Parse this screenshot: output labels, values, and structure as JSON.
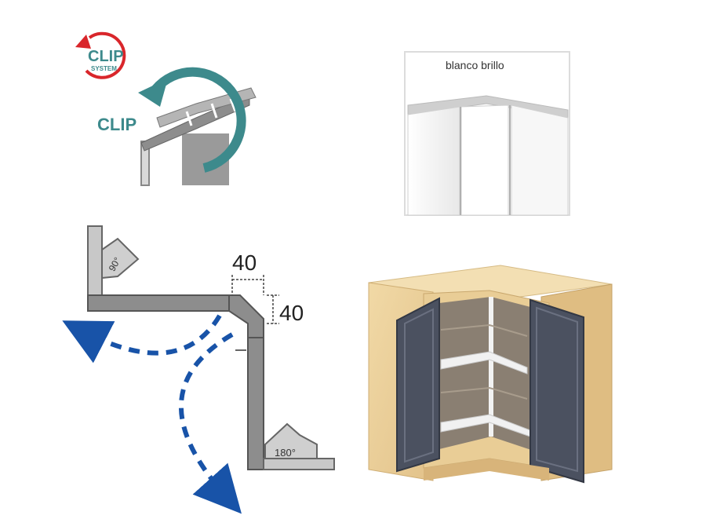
{
  "clip_badge": {
    "title": "CLIP",
    "subtitle": "SYSTEM"
  },
  "clip_label": "CLIP",
  "finish_panel": {
    "label": "blanco brillo"
  },
  "dimensions": {
    "width_label": "40",
    "depth_label": "40"
  },
  "hinge_angles": {
    "top": "90°",
    "bottom": "180°"
  },
  "colors": {
    "clip_arrow_red": "#d9262b",
    "clip_arrow_teal": "#3d8a8c",
    "clip_text_teal": "#3d8a8c",
    "profile_grey": "#8d8d8d",
    "door_arrow_blue": "#1853a8",
    "cabinet_wood": "#e8cd98",
    "cabinet_door": "#4b5160",
    "cabinet_interior": "#8a7f72",
    "shelf_white": "#f1f1f1"
  }
}
